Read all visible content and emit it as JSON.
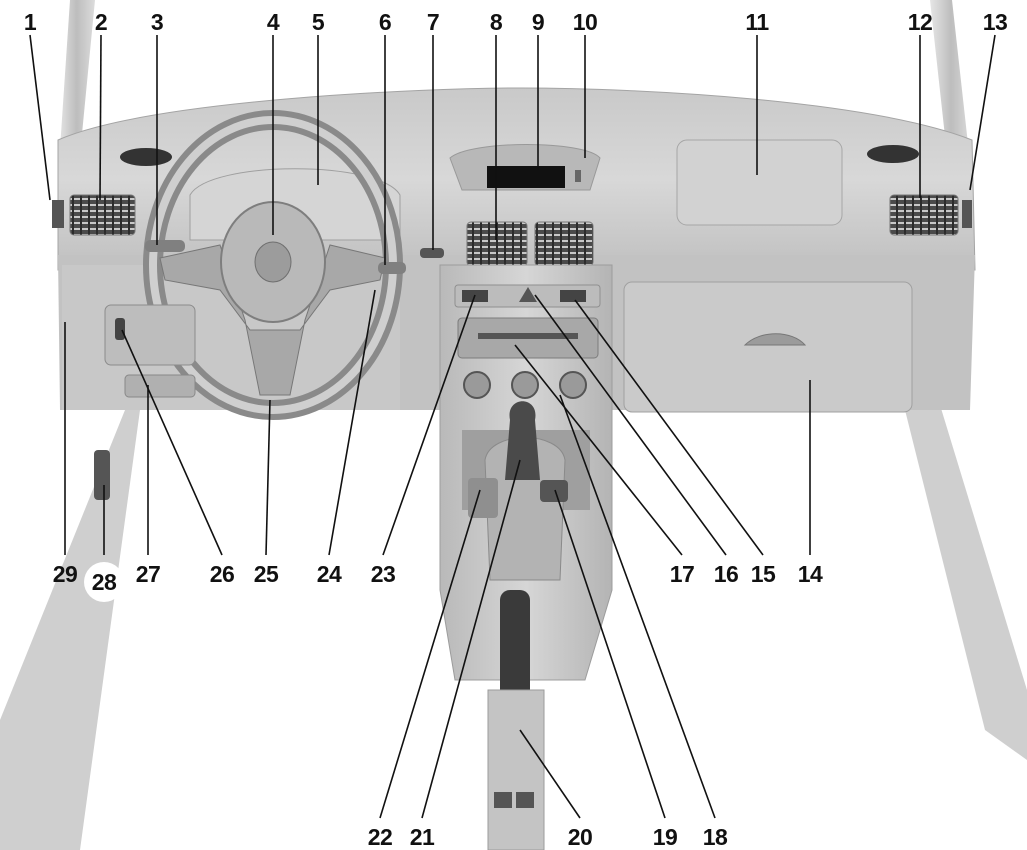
{
  "labels": [
    {
      "id": "1",
      "text": "1"
    },
    {
      "id": "2",
      "text": "2"
    },
    {
      "id": "3",
      "text": "3"
    },
    {
      "id": "4",
      "text": "4"
    },
    {
      "id": "5",
      "text": "5"
    },
    {
      "id": "6",
      "text": "6"
    },
    {
      "id": "7",
      "text": "7"
    },
    {
      "id": "8",
      "text": "8"
    },
    {
      "id": "9",
      "text": "9"
    },
    {
      "id": "10",
      "text": "10"
    },
    {
      "id": "11",
      "text": "11"
    },
    {
      "id": "12",
      "text": "12"
    },
    {
      "id": "13",
      "text": "13"
    },
    {
      "id": "14",
      "text": "14"
    },
    {
      "id": "15",
      "text": "15"
    },
    {
      "id": "16",
      "text": "16"
    },
    {
      "id": "17",
      "text": "17"
    },
    {
      "id": "18",
      "text": "18"
    },
    {
      "id": "19",
      "text": "19"
    },
    {
      "id": "20",
      "text": "20"
    },
    {
      "id": "21",
      "text": "21"
    },
    {
      "id": "22",
      "text": "22"
    },
    {
      "id": "23",
      "text": "23"
    },
    {
      "id": "24",
      "text": "24"
    },
    {
      "id": "25",
      "text": "25"
    },
    {
      "id": "26",
      "text": "26"
    },
    {
      "id": "27",
      "text": "27"
    },
    {
      "id": "28",
      "text": "28"
    },
    {
      "id": "29",
      "text": "29"
    }
  ],
  "colors": {
    "dash_light": "#d4d4d4",
    "dash_mid": "#bdbdbd",
    "dash_dark": "#8e8e8e",
    "vent": "#3a3a3a",
    "display": "#111111",
    "label": "#111111"
  }
}
